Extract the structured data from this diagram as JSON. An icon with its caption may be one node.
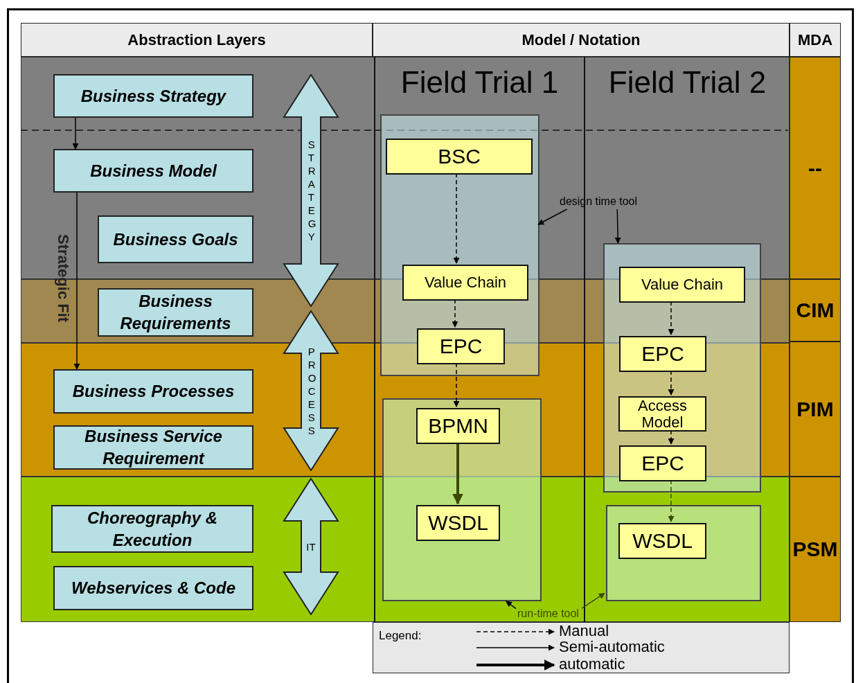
{
  "diagram": {
    "nodes": [
      {
        "text": [
          "Abstraction Layers"
        ]
      },
      {
        "text": [
          "Model / Notation"
        ]
      },
      {
        "text": [
          "MDA"
        ]
      },
      {
        "text": [
          "Business Strategy"
        ]
      },
      {
        "text": [
          "Business Model"
        ]
      },
      {
        "text": [
          "Business Goals"
        ]
      },
      {
        "text": [
          "Business Requirements"
        ]
      },
      {
        "text": [
          "Business Processes"
        ]
      },
      {
        "text": [
          "Business Service Requirement"
        ]
      },
      {
        "text": [
          "Choreography & Execution"
        ]
      },
      {
        "text": [
          "Webservices & Code"
        ]
      },
      {
        "text": [
          "STRATEGY"
        ]
      },
      {
        "text": [
          "PROCESS"
        ]
      },
      {
        "text": [
          "IT"
        ]
      },
      {
        "text": [
          "Field Trial 1"
        ]
      },
      {
        "text": [
          "Field Trial 2"
        ]
      },
      {
        "text": [],
        "shape": "box",
        "in": 14
      },
      {
        "text": [
          "BSC"
        ],
        "in": 16
      },
      {
        "text": [
          "Value Chain"
        ],
        "in": 16
      },
      {
        "text": [
          "EPC"
        ],
        "in": 16
      },
      {
        "text": [],
        "shape": "box",
        "in": 14
      },
      {
        "text": [
          "BPMN"
        ],
        "in": 20
      },
      {
        "text": [
          "WSDL"
        ],
        "in": 20
      },
      {
        "text": [],
        "shape": "box",
        "in": 15
      },
      {
        "text": [
          "Value Chain"
        ],
        "in": 23
      },
      {
        "text": [
          "EPC"
        ],
        "in": 23
      },
      {
        "text": [
          "Access Model"
        ],
        "in": 23
      },
      {
        "text": [
          "EPC"
        ],
        "in": 23
      },
      {
        "text": [],
        "shape": "box",
        "in": 15
      },
      {
        "text": [
          "WSDL"
        ],
        "in": 28
      },
      {
        "text": [
          "design time tool"
        ]
      },
      {
        "text": [
          "run-time tool"
        ],
        "in": 14
      },
      {
        "text": [
          "--"
        ]
      },
      {
        "text": [
          "CIM"
        ]
      },
      {
        "text": [
          "PIM"
        ]
      },
      {
        "text": [
          "PSM"
        ]
      }
    ],
    "edges": [
      {
        "from": 3,
        "to": 4,
        "arrow": "to"
      },
      {
        "from": 4,
        "to": 7,
        "arrow": "to"
      },
      {
        "from": 17,
        "to": 18,
        "arrow": "to",
        "style": "dashed"
      },
      {
        "from": 18,
        "to": 19,
        "arrow": "to",
        "style": "dashed"
      },
      {
        "from": 19,
        "to": 21,
        "arrow": "to",
        "style": "dashed"
      },
      {
        "from": 21,
        "to": 22,
        "arrow": "to",
        "style": "thick",
        "color": "#3c4a00"
      },
      {
        "from": 24,
        "to": 25,
        "arrow": "to",
        "style": "dashed"
      },
      {
        "from": 25,
        "to": 26,
        "arrow": "to",
        "style": "dashed"
      },
      {
        "from": 26,
        "to": 27,
        "arrow": "to",
        "style": "dashed"
      },
      {
        "from": 27,
        "to": 29,
        "arrow": "to",
        "style": "dashed",
        "color": "#3c4a00"
      },
      {
        "from": 30,
        "to": 16,
        "arrow": "to"
      },
      {
        "from": 30,
        "to": 23,
        "arrow": "to"
      },
      {
        "from": 31,
        "to": 20,
        "arrow": "to"
      },
      {
        "from": 31,
        "to": 28,
        "arrow": "to",
        "color": "#3c4a00"
      }
    ],
    "labels": [
      "Strategic Fit",
      "Legend:"
    ],
    "legend": [
      {
        "text": "Manual"
      },
      {
        "text": "Semi-automatic"
      },
      {
        "text": "automatic"
      }
    ]
  }
}
